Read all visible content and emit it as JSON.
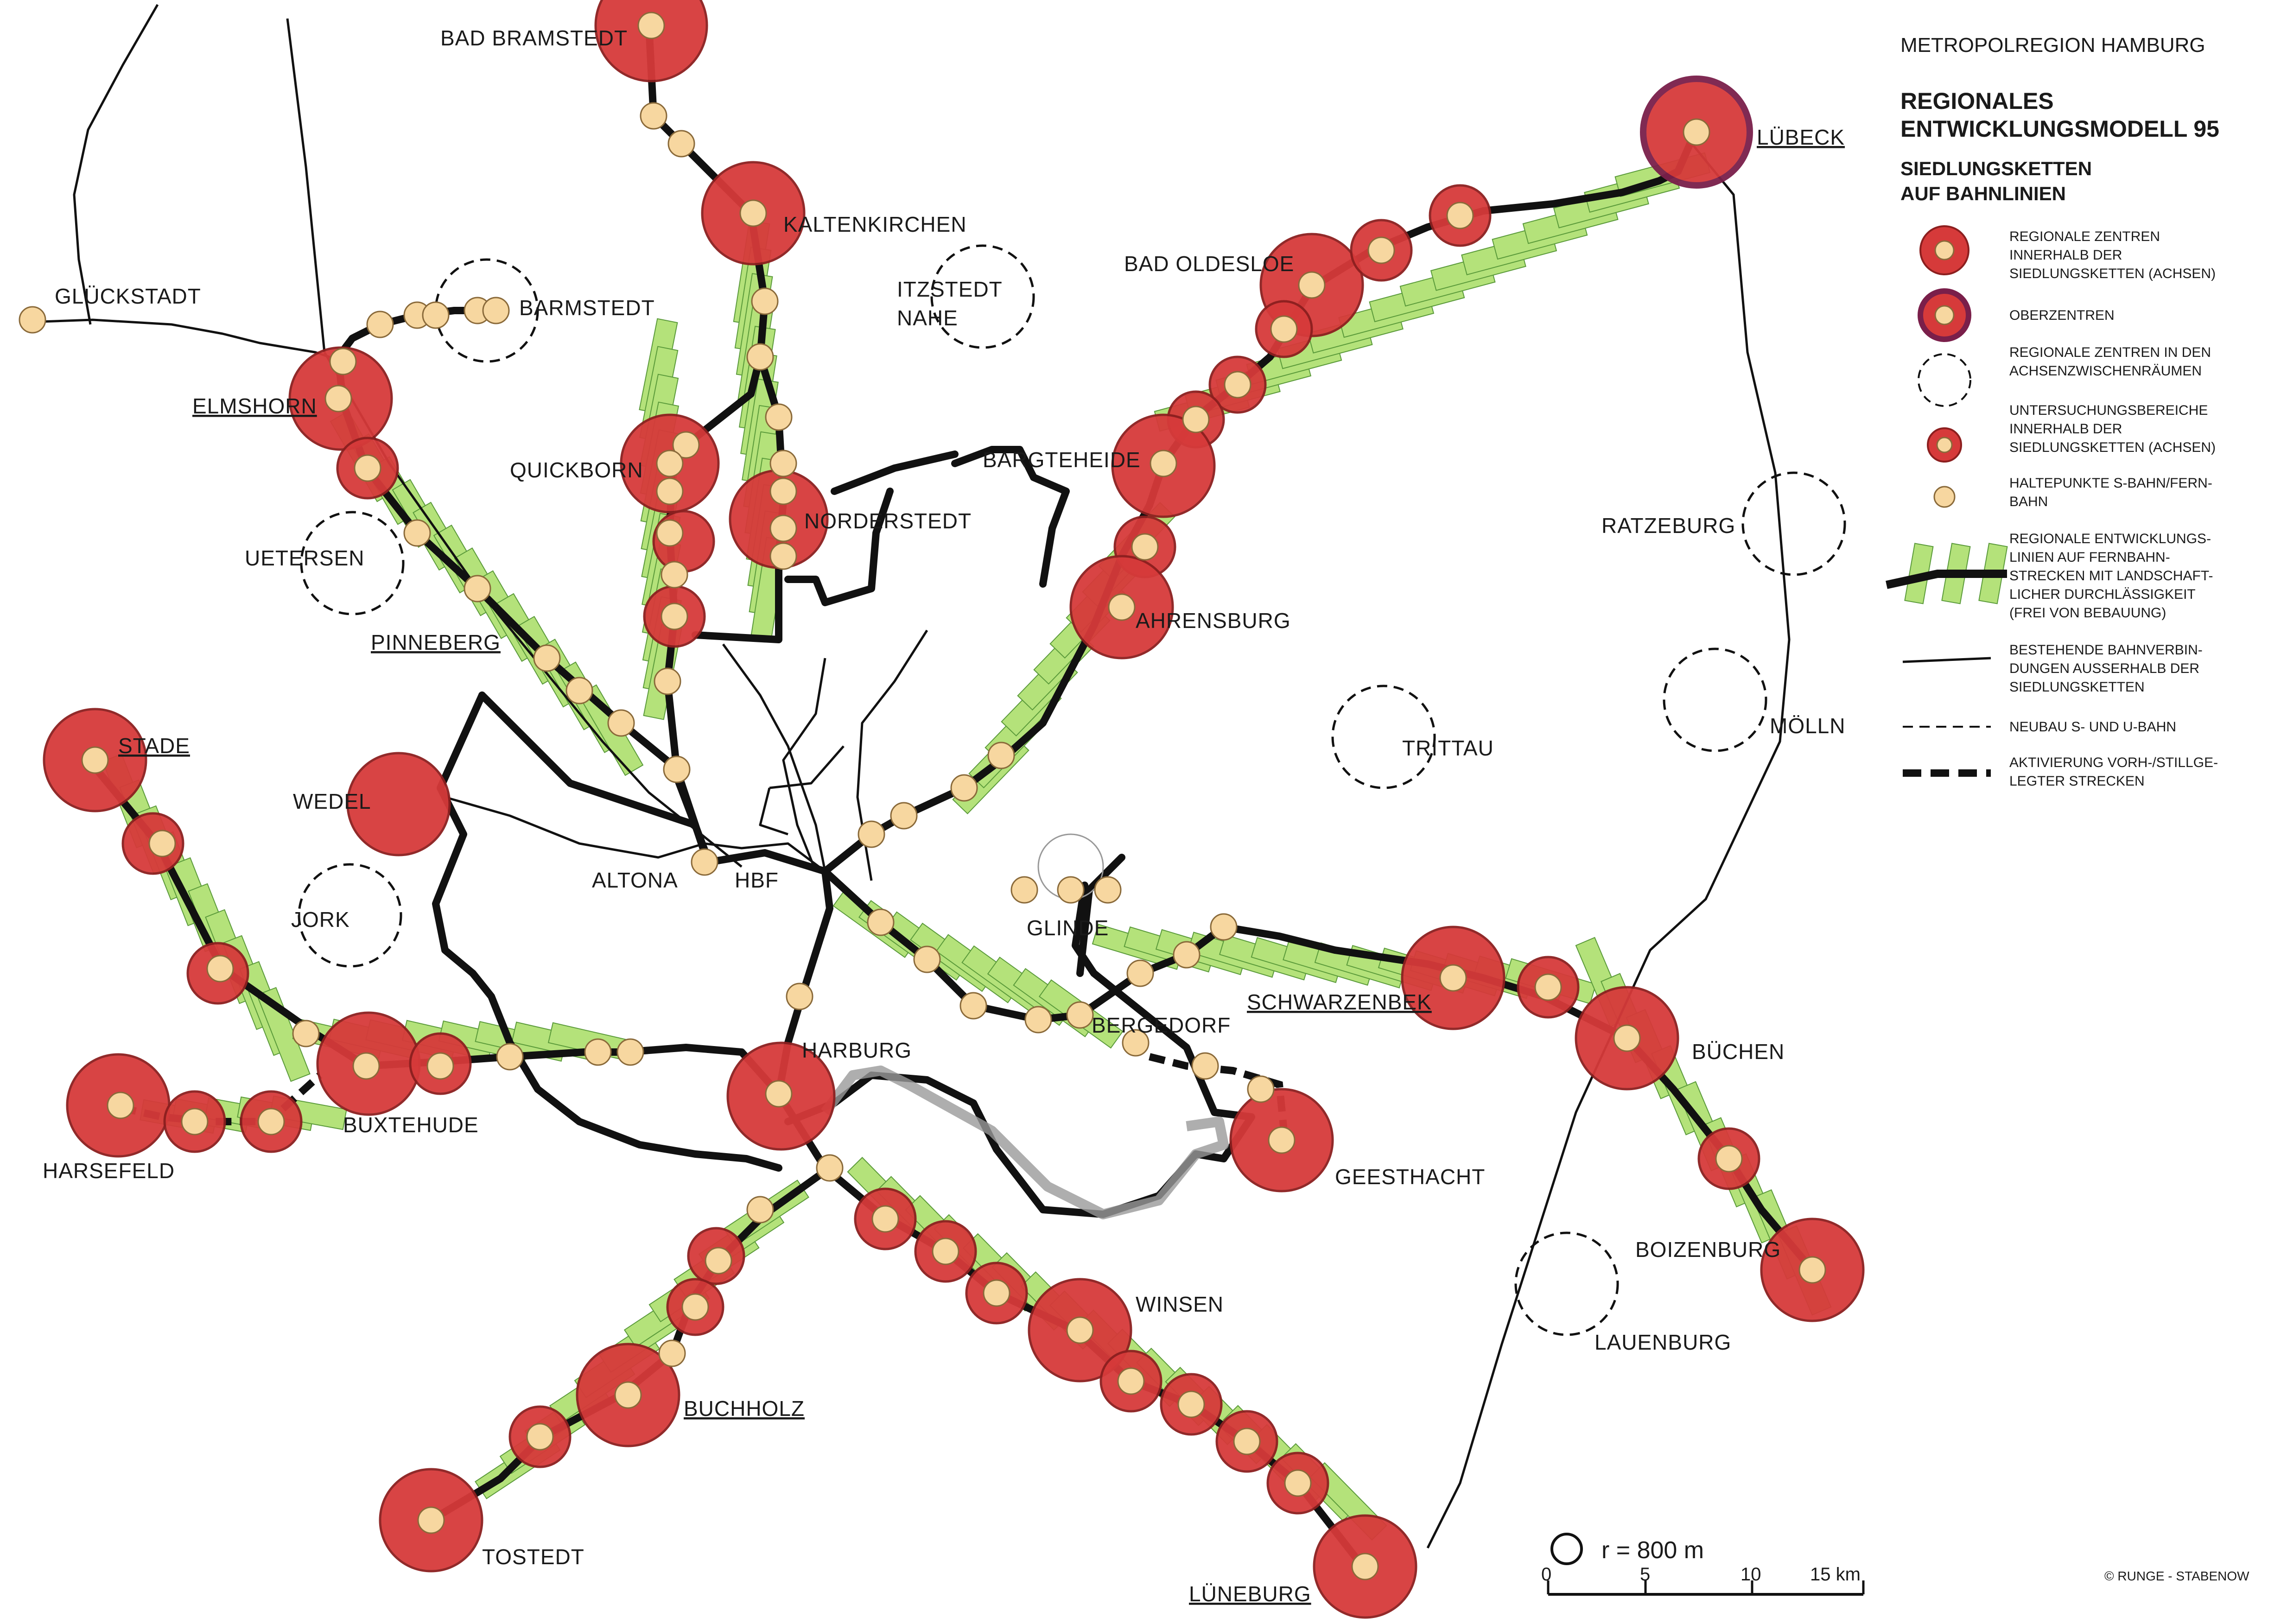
{
  "header": {
    "region": "METROPOLREGION HAMBURG",
    "title_line1": "REGIONALES",
    "title_line2": "ENTWICKLUNGSMODELL 95",
    "subtitle_line1": "SIEDLUNGSKETTEN",
    "subtitle_line2": "AUF BAHNLINIEN"
  },
  "legend": {
    "item1": [
      "REGIONALE ZENTREN",
      "INNERHALB DER",
      "SIEDLUNGSKETTEN (ACHSEN)"
    ],
    "item2": [
      "OBERZENTREN"
    ],
    "item3": [
      "REGIONALE ZENTREN IN DEN",
      "ACHSENZWISCHENRÄUMEN"
    ],
    "item4": [
      "UNTERSUCHUNGSBEREICHE",
      "INNERHALB DER",
      "SIEDLUNGSKETTEN (ACHSEN)"
    ],
    "item5": [
      "HALTEPUNKTE S-BAHN/FERN-",
      "BAHN"
    ],
    "item6": [
      "REGIONALE ENTWICKLUNGS-",
      "LINIEN AUF FERNBAHN-",
      "STRECKEN MIT LANDSCHAFT-",
      "LICHER DURCHLÄSSIGKEIT",
      "(FREI VON BEBAUUNG)"
    ],
    "item7": [
      "BESTEHENDE BAHNVERBIN-",
      "DUNGEN AUSSERHALB DER",
      "SIEDLUNGSKETTEN"
    ],
    "item8": [
      "NEUBAU S- UND U-BAHN"
    ],
    "item9": [
      "AKTIVIERUNG VORH-/STILLGE-",
      "LEGTER STRECKEN"
    ]
  },
  "places": {
    "bad_bramstedt": "BAD BRAMSTEDT",
    "kaltenkirchen": "KALTENKIRCHEN",
    "itzstedt": "ITZSTEDT",
    "nahe": "NAHE",
    "glueckstadt": "GLÜCKSTADT",
    "barmstedt": "BARMSTEDT",
    "elmshorn": "ELMSHORN",
    "quickborn": "QUICKBORN",
    "norderstedt": "NORDERSTEDT",
    "uetersen": "UETERSEN",
    "pinneberg": "PINNEBERG",
    "bad_oldesloe": "BAD OLDESLOE",
    "luebeck": "LÜBECK",
    "bargteheide": "BARGTEHEIDE",
    "ratzeburg": "RATZEBURG",
    "ahrensburg": "AHRENSBURG",
    "trittau": "TRITTAU",
    "moelln": "MÖLLN",
    "stade": "STADE",
    "wedel": "WEDEL",
    "altona": "ALTONA",
    "hbf": "HBF",
    "glinde": "GLINDE",
    "jork": "JORK",
    "schwarzenbek": "SCHWARZENBEK",
    "bergedorf": "BERGEDORF",
    "harburg": "HARBURG",
    "buechen": "BÜCHEN",
    "buxtehude": "BUXTEHUDE",
    "harsefeld": "HARSEFELD",
    "geesthacht": "GEESTHACHT",
    "boizenburg": "BOIZENBURG",
    "winsen": "WINSEN",
    "lauenburg": "LAUENBURG",
    "buchholz": "BUCHHOLZ",
    "tostedt": "TOSTEDT",
    "lueneburg": "LÜNEBURG"
  },
  "scale": {
    "radius_label": "r = 800 m",
    "ticks": [
      "0",
      "5",
      "10",
      "15 km"
    ]
  },
  "credit": "© RUNGE - STABENOW",
  "colors": {
    "center_fill": "#d63a3a",
    "center_stroke": "#8c1f1f",
    "oberzentrum_ring": "#7a1f4a",
    "halt_fill": "#f7d7a0",
    "halt_stroke": "#8a6a3a",
    "green_fill": "#b4e27a",
    "green_stroke": "#5a9a3a",
    "rail": "#111111",
    "river": "#9a9a9a"
  }
}
